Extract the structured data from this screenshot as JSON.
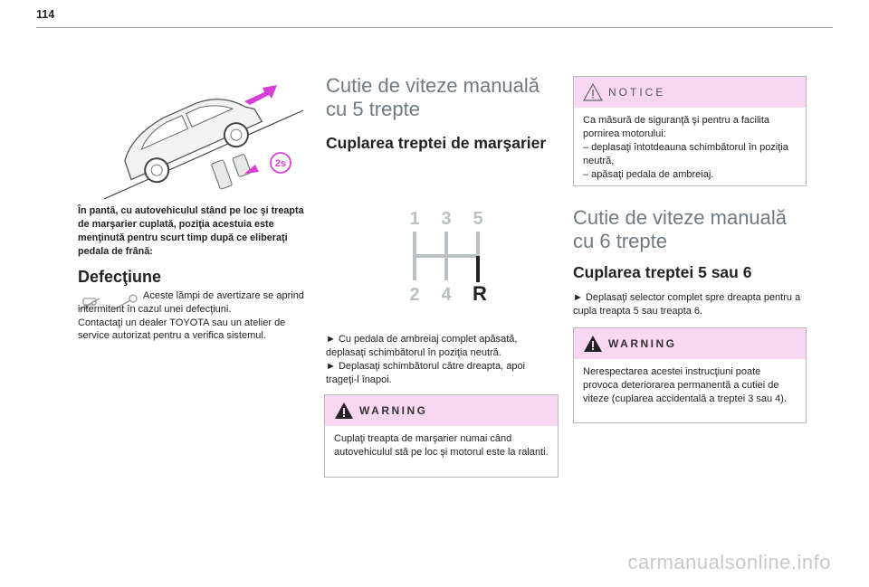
{
  "page": {
    "number": "114"
  },
  "column1": {
    "caption": "În pantă, cu autovehiculul stând pe loc şi treapta de marşarier cuplată, poziţia acestuia este menţinută pentru scurt timp după ce eliberaţi pedala de frână:",
    "defect_heading": "Defecţiune",
    "defect_text_1": "Aceste lămpi de avertizare se aprind intermitent în cazul unei defecţiuni.",
    "defect_text_2": "Contactaţi un dealer TOYOTA sau un atelier de service autorizat pentru a verifica sistemul.",
    "illustration_label": "2s"
  },
  "column2": {
    "heading": "Cutie de viteze manuală cu 5 trepte",
    "subheading": "Cuplarea treptei de marşarier",
    "gear_labels": {
      "g1": "1",
      "g3": "3",
      "g5": "5",
      "g2": "2",
      "g4": "4",
      "gR": "R"
    },
    "step_1": "► Cu pedala de ambreiaj complet apăsată, deplasaţi schimbătorul în poziţia neutră.",
    "step_2": "► Deplasaţi schimbătorul către dreapta, apoi trageţi-l înapoi.",
    "warning": {
      "label": "WARNING",
      "text": "Cuplaţi treapta de marşarier numai când autovehiculul stă pe loc şi motorul este la ralanti."
    }
  },
  "column3": {
    "notice": {
      "label": "NOTICE",
      "line_1": "Ca măsură de siguranţă şi pentru a facilita pornirea motorului:",
      "line_2": "– deplasaţi întotdeauna schimbătorul în poziţia neutră,",
      "line_3": "– apăsaţi pedala de ambreiaj."
    },
    "heading": "Cutie de viteze manuală cu 6 trepte",
    "subheading": "Cuplarea treptei 5 sau 6",
    "step_1": "► Deplasaţi selector complet spre dreapta pentru a cupla treapta 5 sau treapta 6.",
    "warning": {
      "label": "WARNING",
      "text": "Nerespectarea acestei instrucţiuni poate provoca deteriorarea permanentă a cutiei de viteze (cuplarea accidentală a treptei 3 sau 4)."
    }
  },
  "watermark": "carmanualsonline.info",
  "colors": {
    "box_header": "#f9d6f2",
    "heading_grey": "#6f7a80",
    "accent_magenta": "#d63fd6"
  }
}
